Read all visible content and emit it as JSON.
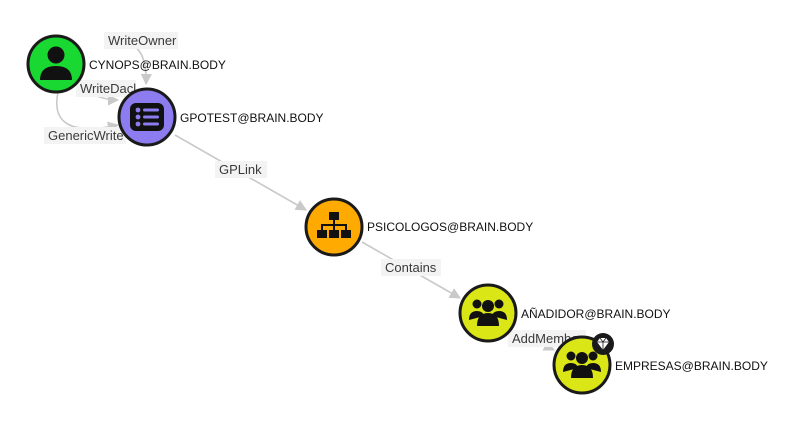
{
  "colors": {
    "user": "#19d832",
    "gpo": "#8c7cf0",
    "ou": "#ffaa00",
    "group": "#dbe617",
    "edge": "#c9c9c9"
  },
  "nodes": {
    "cynops": {
      "label": "CYNOPS@BRAIN.BODY",
      "kind": "user",
      "icon": "user-icon"
    },
    "gpotest": {
      "label": "GPOTEST@BRAIN.BODY",
      "kind": "gpo",
      "icon": "list-icon"
    },
    "psicologos": {
      "label": "PSICOLOGOS@BRAIN.BODY",
      "kind": "ou",
      "icon": "org-tree-icon"
    },
    "anadidor": {
      "label": "AÑADIDOR@BRAIN.BODY",
      "kind": "group",
      "icon": "group-icon"
    },
    "empresas": {
      "label": "EMPRESAS@BRAIN.BODY",
      "kind": "group",
      "icon": "group-icon",
      "badge": "gem-icon"
    }
  },
  "edges": {
    "writeowner": {
      "label": "WriteOwner",
      "from": "CYNOPS@BRAIN.BODY",
      "to": "GPOTEST@BRAIN.BODY"
    },
    "writedacl": {
      "label": "WriteDacl",
      "from": "CYNOPS@BRAIN.BODY",
      "to": "GPOTEST@BRAIN.BODY"
    },
    "genericwrite": {
      "label": "GenericWrite",
      "from": "CYNOPS@BRAIN.BODY",
      "to": "GPOTEST@BRAIN.BODY"
    },
    "gplink": {
      "label": "GPLink",
      "from": "GPOTEST@BRAIN.BODY",
      "to": "PSICOLOGOS@BRAIN.BODY"
    },
    "contains": {
      "label": "Contains",
      "from": "PSICOLOGOS@BRAIN.BODY",
      "to": "AÑADIDOR@BRAIN.BODY"
    },
    "addmember": {
      "label": "AddMember",
      "from": "AÑADIDOR@BRAIN.BODY",
      "to": "EMPRESAS@BRAIN.BODY"
    }
  }
}
